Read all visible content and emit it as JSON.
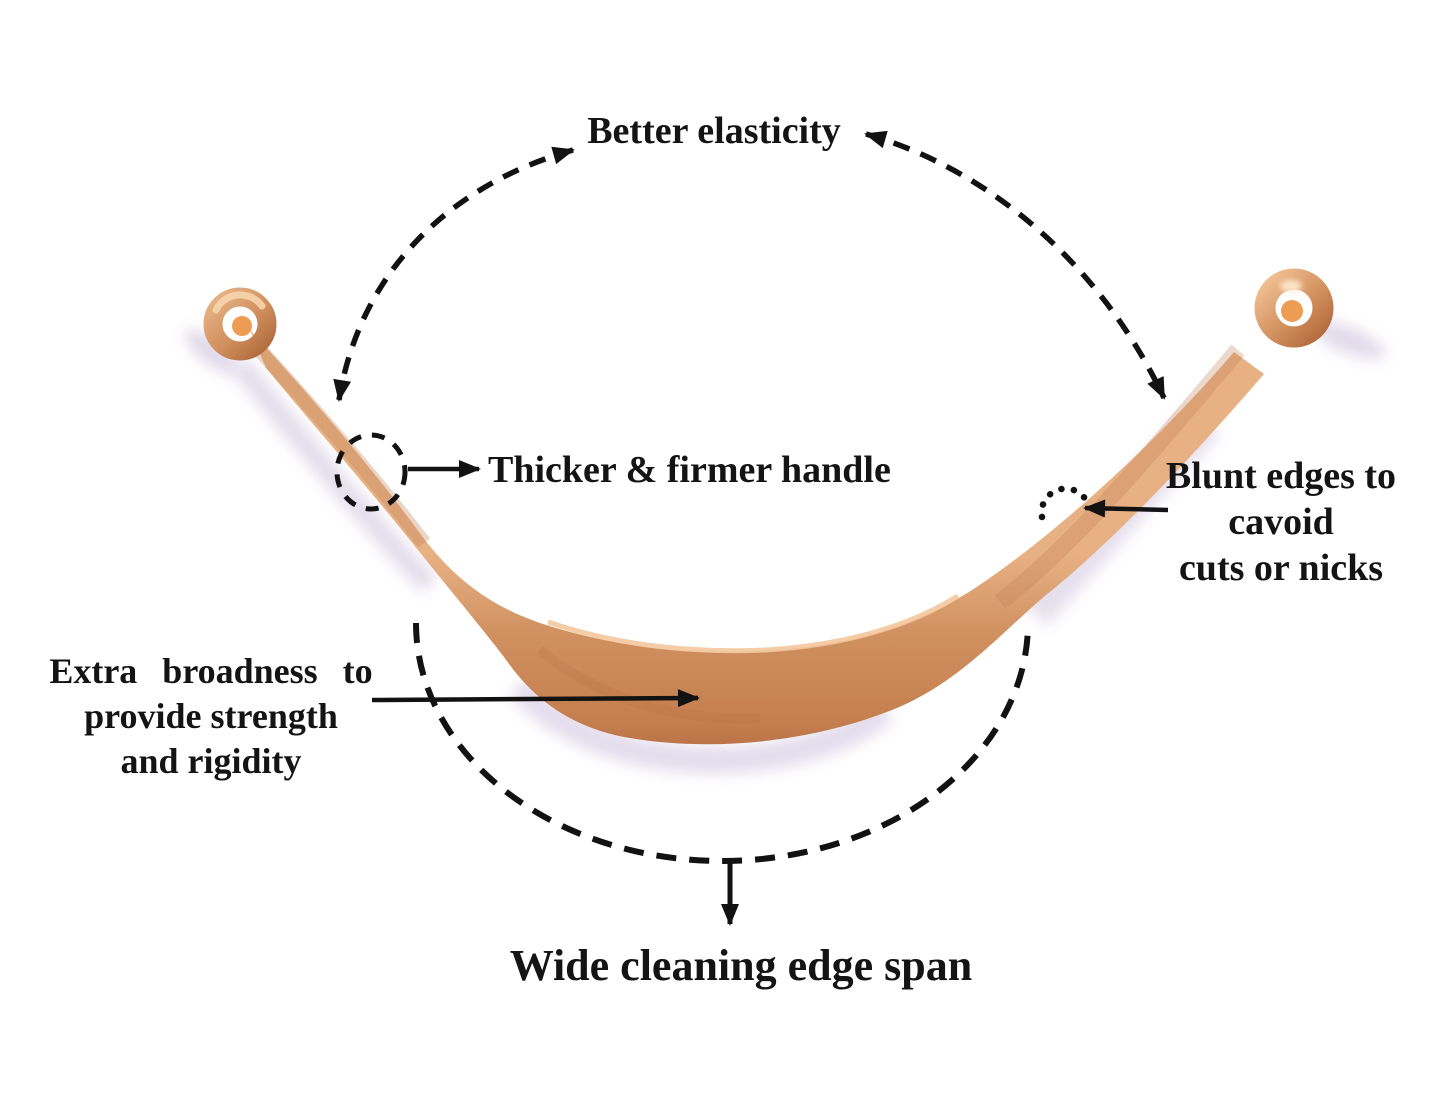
{
  "labels": {
    "better_elasticity": "Better elasticity",
    "thicker_handle": "Thicker & firmer handle",
    "blunt_edges": [
      "Blunt edges to",
      "cavoid",
      "cuts or nicks"
    ],
    "extra_broadness": [
      "Extra broadness to",
      "provide strength",
      "and rigidity"
    ],
    "wide_edge": "Wide cleaning edge span"
  },
  "colors": {
    "text": "#141414",
    "annotation": "#121212",
    "copper_light": "#e8b183",
    "copper_main": "#d09060",
    "copper_dark": "#b26c42",
    "copper_glow": "#ea9240",
    "shadow_lavender": "#d9cfe4",
    "background": "#ffffff"
  }
}
